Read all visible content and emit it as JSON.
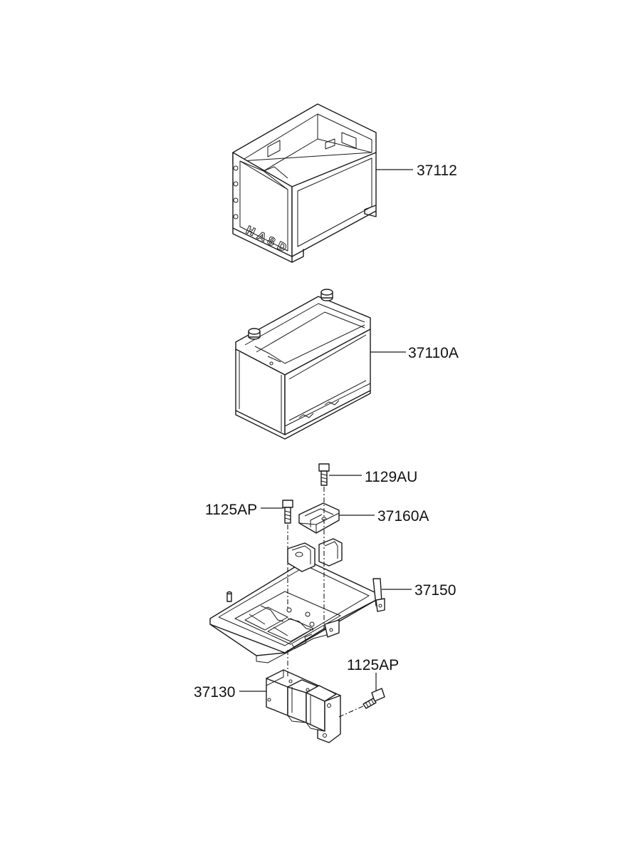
{
  "parts": {
    "p37112": "37112",
    "p37110A": "37110A",
    "p1129AU": "1129AU",
    "p1125AP_upper": "1125AP",
    "p37160A": "37160A",
    "p37150": "37150",
    "p1125AP_lower": "1125AP",
    "p37130": "37130"
  },
  "emboss_text": [
    "H",
    "A",
    "8",
    "D"
  ],
  "colors": {
    "line": "#1a1a1a",
    "background": "#ffffff"
  }
}
